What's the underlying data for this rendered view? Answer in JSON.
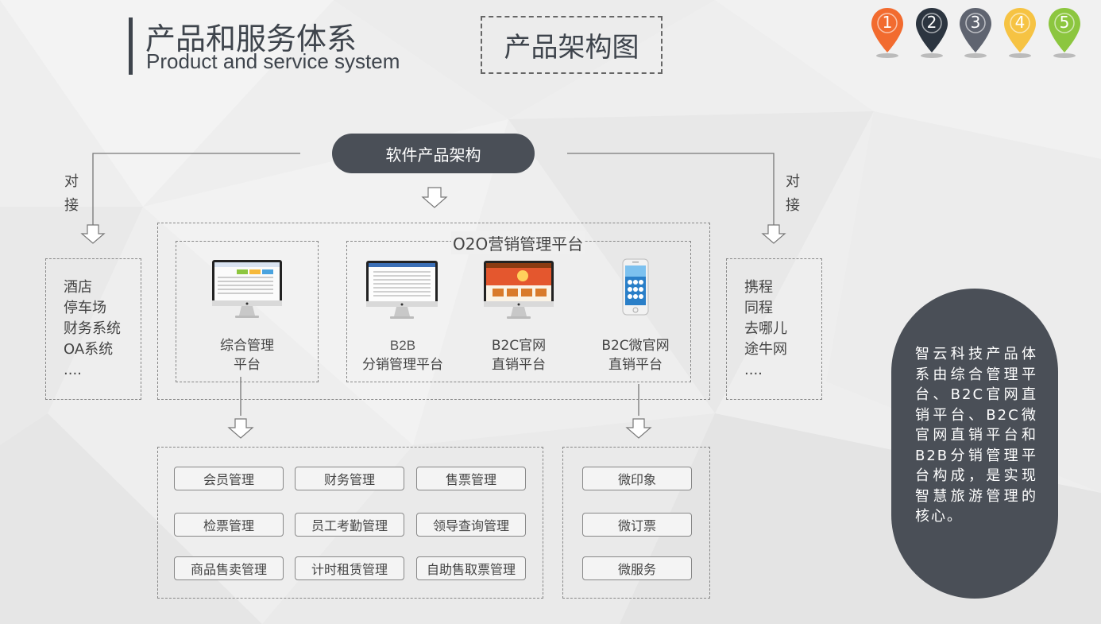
{
  "header": {
    "title_cn": "产品和服务体系",
    "title_en": "Product and service system",
    "arch_label": "产品架构图"
  },
  "pins": [
    {
      "num": "1",
      "color": "#f26b2f"
    },
    {
      "num": "2",
      "color": "#2c3540"
    },
    {
      "num": "3",
      "color": "#5f6470"
    },
    {
      "num": "4",
      "color": "#f6c343"
    },
    {
      "num": "5",
      "color": "#8cc63f"
    }
  ],
  "diagram": {
    "root": "软件产品架构",
    "left_link": [
      "对",
      "接"
    ],
    "right_link": [
      "对",
      "接"
    ],
    "left_list": [
      "酒店",
      "停车场",
      "财务系统",
      "OA系统",
      "...."
    ],
    "right_list": [
      "携程",
      "同程",
      "去哪儿",
      "途牛网",
      "...."
    ],
    "o2o_title": "O2O营销管理平台",
    "platforms": {
      "integrated": [
        "综合管理",
        "平台"
      ],
      "b2b": [
        "B2B",
        "分销管理平台"
      ],
      "b2c_web": [
        "B2C官网",
        "直销平台"
      ],
      "b2c_wechat": [
        "B2C微官网",
        "直销平台"
      ]
    },
    "modules": [
      [
        "会员管理",
        "财务管理",
        "售票管理"
      ],
      [
        "检票管理",
        "员工考勤管理",
        "领导查询管理"
      ],
      [
        "商品售卖管理",
        "计时租赁管理",
        "自助售取票管理"
      ]
    ],
    "wechat_modules": [
      "微印象",
      "微订票",
      "微服务"
    ]
  },
  "summary": "智云科技产品体系由综合管理平台、B2C官网直销平台、B2C微官网直销平台和B2B分销管理平台构成，是实现智慧旅游管理的核心。",
  "colors": {
    "dark": "#4a4f57",
    "background": "#eeeeee"
  }
}
